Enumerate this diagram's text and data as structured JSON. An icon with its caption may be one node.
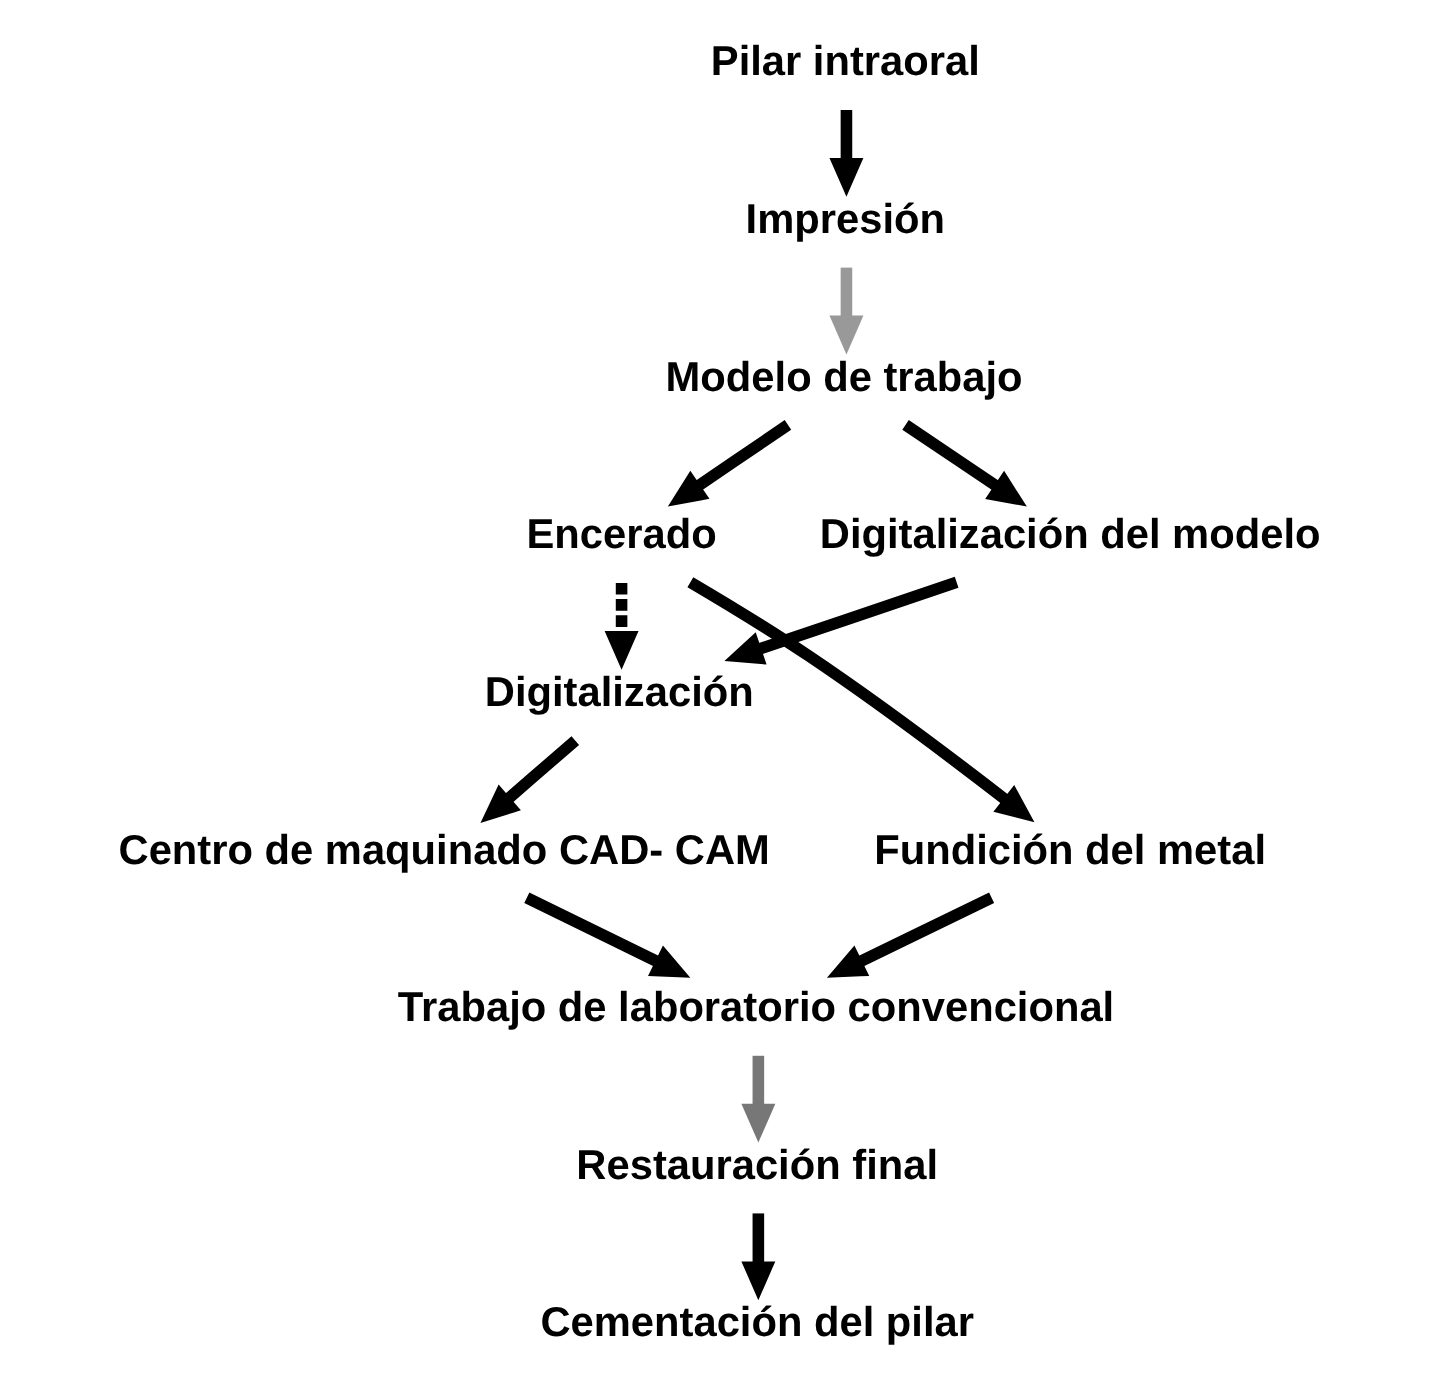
{
  "diagram": {
    "nodes": [
      {
        "text": [
          "Pilar intraoral"
        ]
      },
      {
        "text": [
          "Impresión"
        ]
      },
      {
        "text": [
          "Modelo de trabajo"
        ]
      },
      {
        "text": [
          "Encerado"
        ]
      },
      {
        "text": [
          "Digitalización del modelo"
        ]
      },
      {
        "text": [
          "Digitalización"
        ]
      },
      {
        "text": [
          "Fundición del metal"
        ]
      },
      {
        "text": [
          "Centro de maquinado CAD- CAM"
        ]
      },
      {
        "text": [
          "Trabajo de laboratorio convencional"
        ]
      },
      {
        "text": [
          "Restauración final"
        ]
      },
      {
        "text": [
          "Cementación del pilar"
        ]
      }
    ],
    "edges": [
      {
        "from": 0,
        "to": 1,
        "arrow": "to"
      },
      {
        "from": 1,
        "to": 2,
        "arrow": "to",
        "color": "#999999"
      },
      {
        "from": 2,
        "to": 3,
        "arrow": "to"
      },
      {
        "from": 2,
        "to": 4,
        "arrow": "to"
      },
      {
        "from": 3,
        "to": 5,
        "arrow": "to",
        "style": "dashed"
      },
      {
        "from": 4,
        "to": 5,
        "arrow": "to"
      },
      {
        "from": 3,
        "to": 6,
        "arrow": "to"
      },
      {
        "from": 5,
        "to": 7,
        "arrow": "to"
      },
      {
        "from": 6,
        "to": 8,
        "arrow": "to"
      },
      {
        "from": 7,
        "to": 8,
        "arrow": "to"
      },
      {
        "from": 8,
        "to": 9,
        "arrow": "to",
        "color": "#777777"
      },
      {
        "from": 9,
        "to": 10,
        "arrow": "to"
      }
    ]
  }
}
